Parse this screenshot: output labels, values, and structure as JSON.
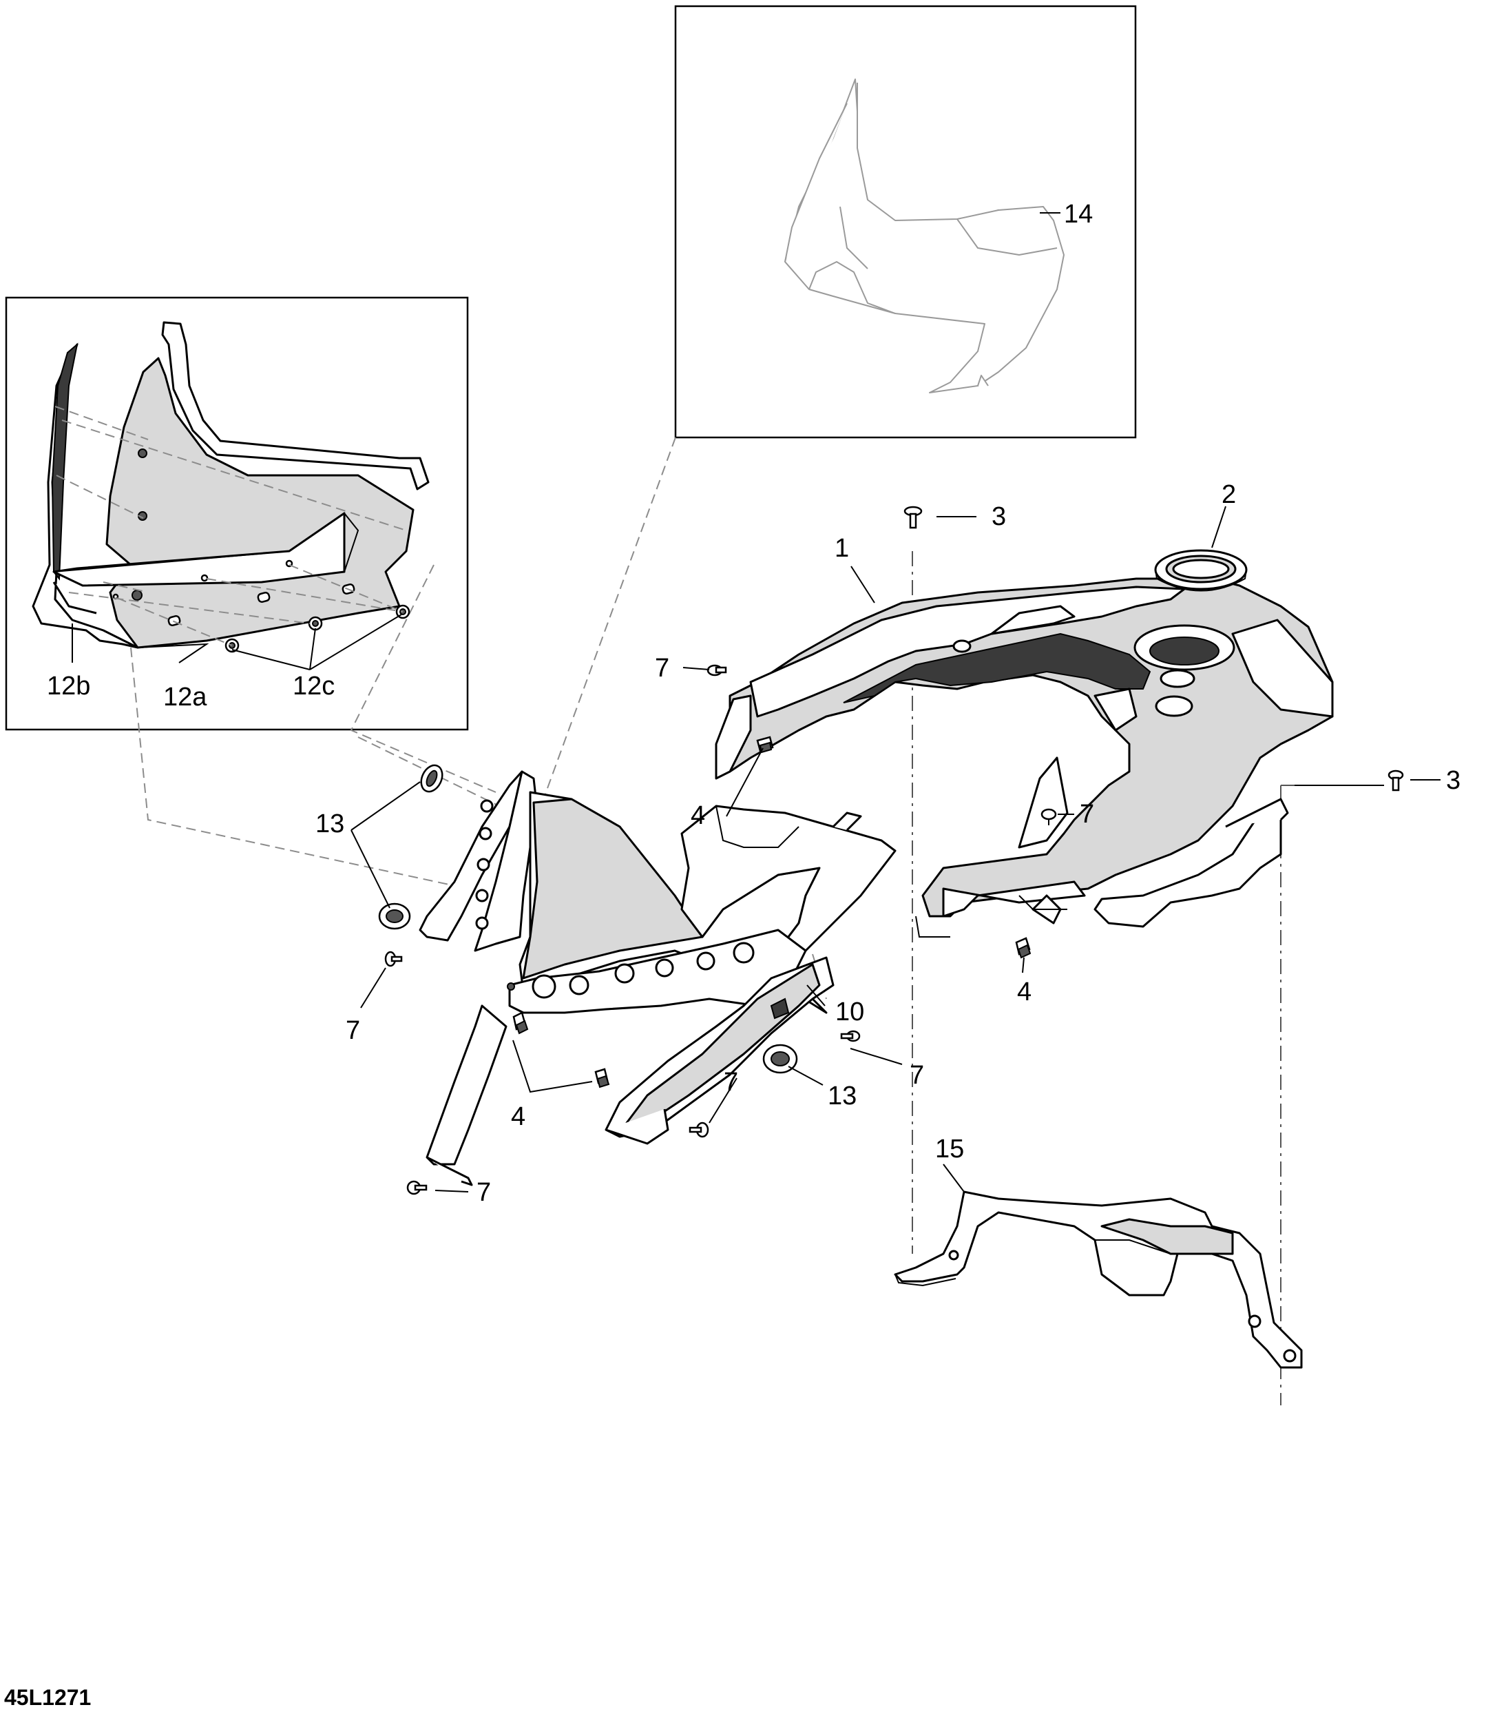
{
  "diagram": {
    "drawing_code": "45L1271",
    "callouts": {
      "c1": "1",
      "c2": "2",
      "c3a": "3",
      "c3b": "3",
      "c4a": "4",
      "c4b": "4",
      "c4c": "4",
      "c7a": "7",
      "c7b": "7",
      "c7c": "7",
      "c7d": "7",
      "c7e": "7",
      "c7f": "7",
      "c10": "10",
      "c12a": "12a",
      "c12b": "12b",
      "c12c": "12c",
      "c13a": "13",
      "c13b": "13",
      "c14": "14",
      "c15": "15"
    }
  }
}
